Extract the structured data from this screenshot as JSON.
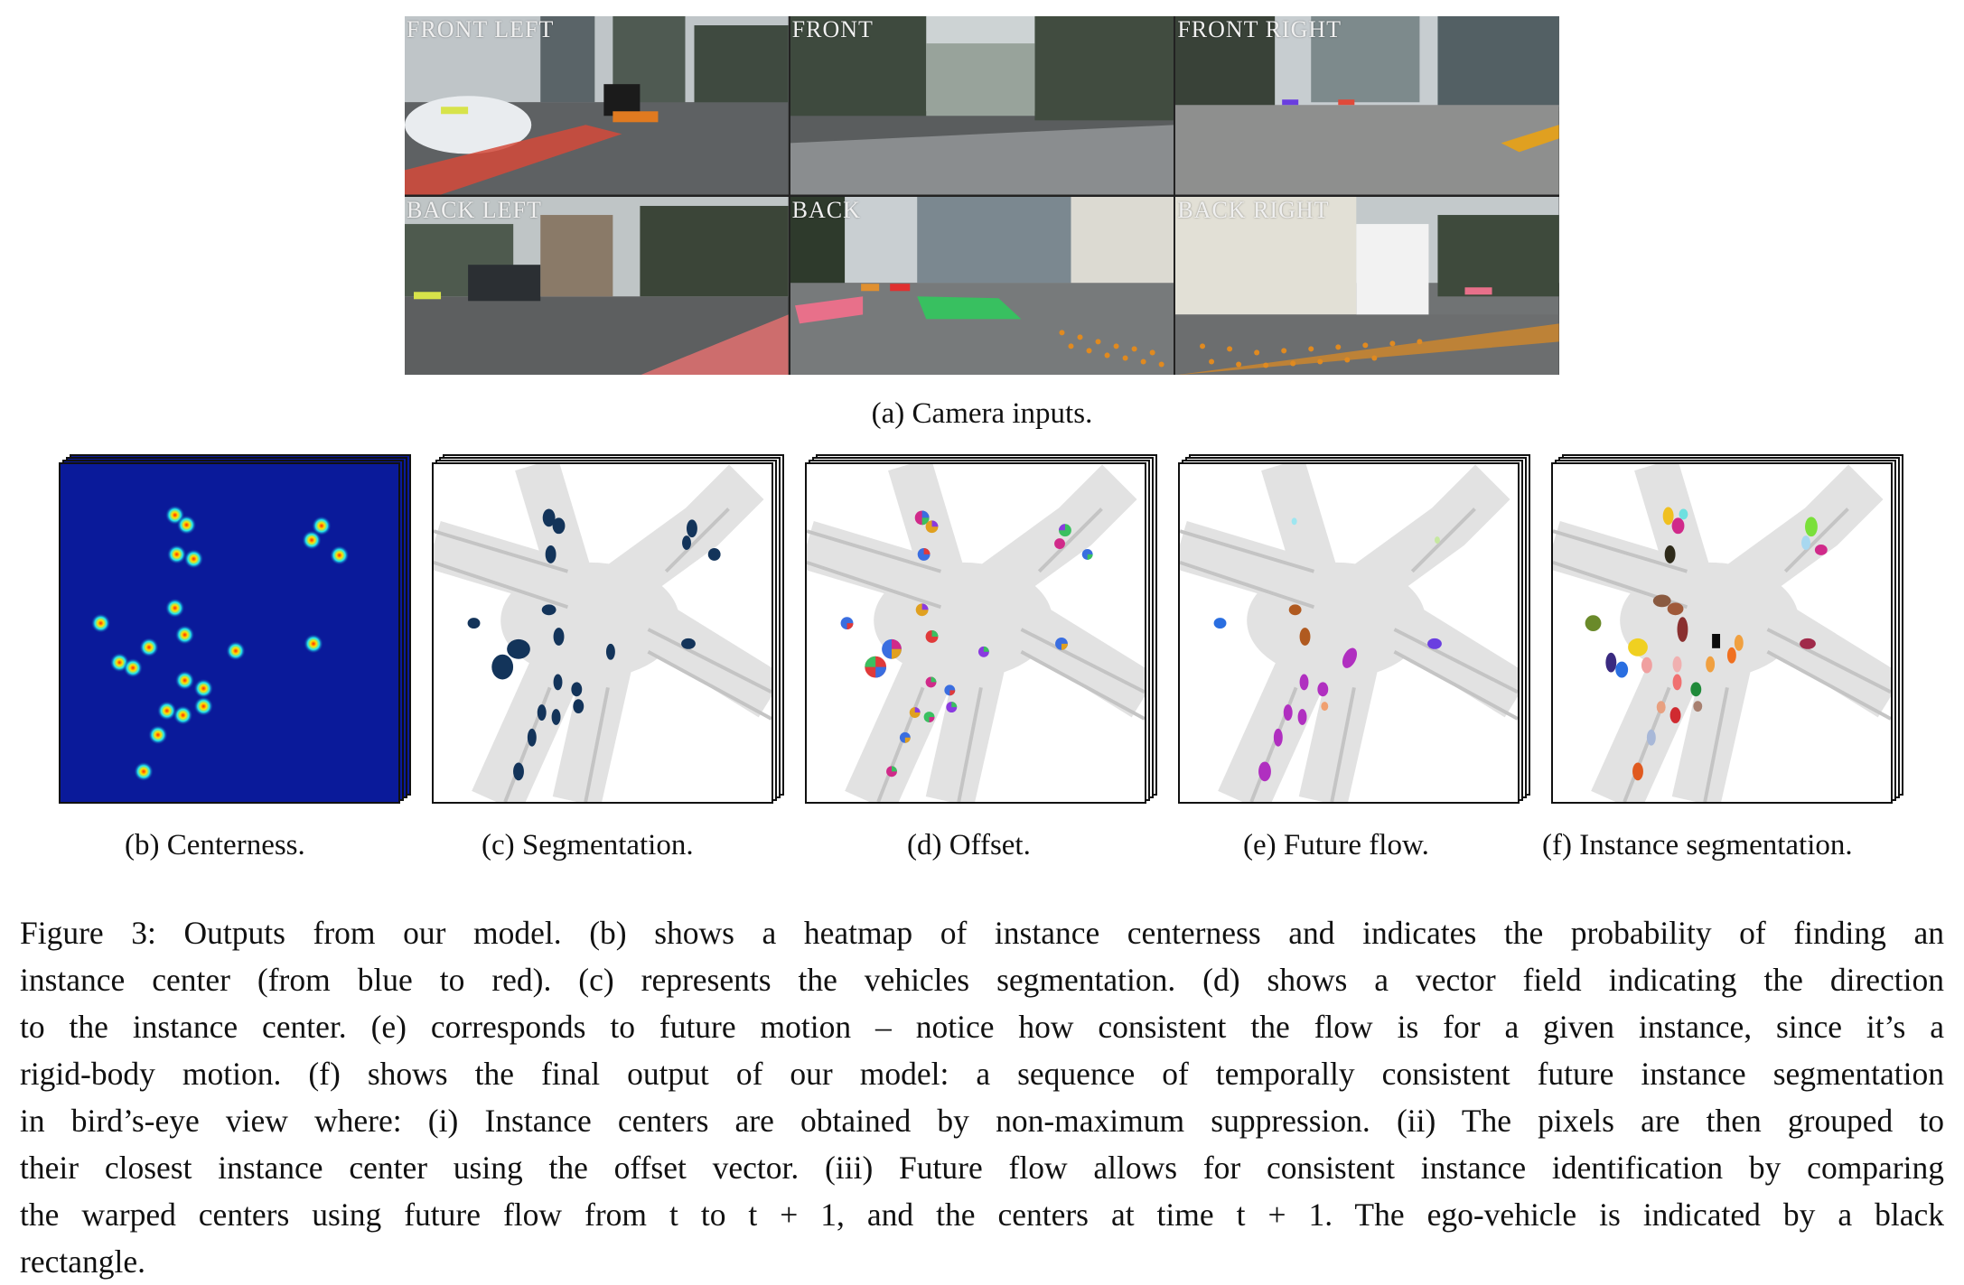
{
  "camera": {
    "labels": [
      "FRONT LEFT",
      "FRONT",
      "FRONT RIGHT",
      "BACK LEFT",
      "BACK",
      "BACK RIGHT"
    ],
    "caption": "(a) Camera inputs."
  },
  "panels": [
    {
      "id": "b",
      "caption": "(b) Centerness."
    },
    {
      "id": "c",
      "caption": "(c) Segmentation."
    },
    {
      "id": "d",
      "caption": "(d) Offset."
    },
    {
      "id": "e",
      "caption": "(e) Future flow."
    },
    {
      "id": "f",
      "caption": "(f) Instance segmentation."
    }
  ],
  "figure_caption": {
    "lines": [
      "Figure 3: Outputs from our model. (b) shows a heatmap of instance centerness and indicates the probability of finding an",
      "instance center (from blue to red). (c) represents the vehicles segmentation. (d) shows a vector field indicating the direction",
      "to the instance center. (e) corresponds to future motion – notice how consistent the flow is for a given instance, since it’s a",
      "rigid-body motion. (f) shows the final output of our model: a sequence of temporally consistent future instance segmentation",
      "in bird’s-eye view where: (i) Instance centers are obtained by non-maximum suppression. (ii) The pixels are then grouped to",
      "their closest instance center using the offset vector. (iii) Future flow allows for consistent instance identification by comparing",
      "the warped centers using future flow from t to t + 1, and the centers at time t + 1. The ego-vehicle is indicated by a black",
      "rectangle."
    ]
  },
  "colors": {
    "heatmap_bg": "#0a1a9a",
    "segmentation": "#13345a",
    "road": "#e2e2e2",
    "lane": "#c4c4c4",
    "flow": "#b02fc0"
  }
}
